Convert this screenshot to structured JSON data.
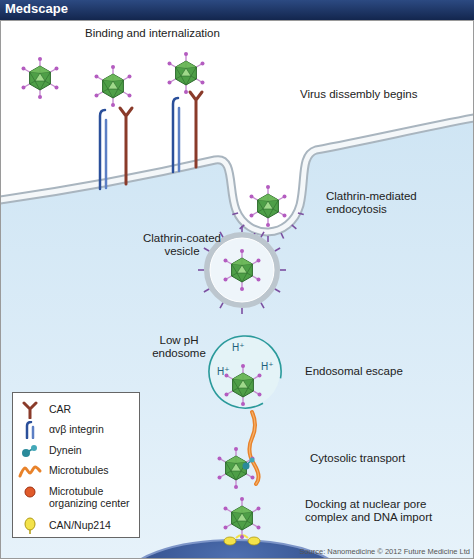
{
  "diagram": {
    "caption": "Source: Nanomedicine © 2012 Future Medicine Ltd",
    "labels": [
      "Medscape",
      "Binding and internalization",
      "Virus dissembly begins",
      "Clathrin-mediated endocytosis",
      "Clathrin-coated vesicle",
      "Low pH endosome",
      "H⁺",
      "H⁺",
      "H⁺",
      "Endosomal escape",
      "Cytosolic transport",
      "Docking at nuclear pore complex and DNA import"
    ],
    "legend": [
      {
        "text": "CAR"
      },
      {
        "text": "αvβ integrin"
      },
      {
        "text": "Dynein"
      },
      {
        "text": "Microtubules"
      },
      {
        "text": "Microtubule organizing center"
      },
      {
        "text": "CAN/Nup214"
      }
    ]
  }
}
